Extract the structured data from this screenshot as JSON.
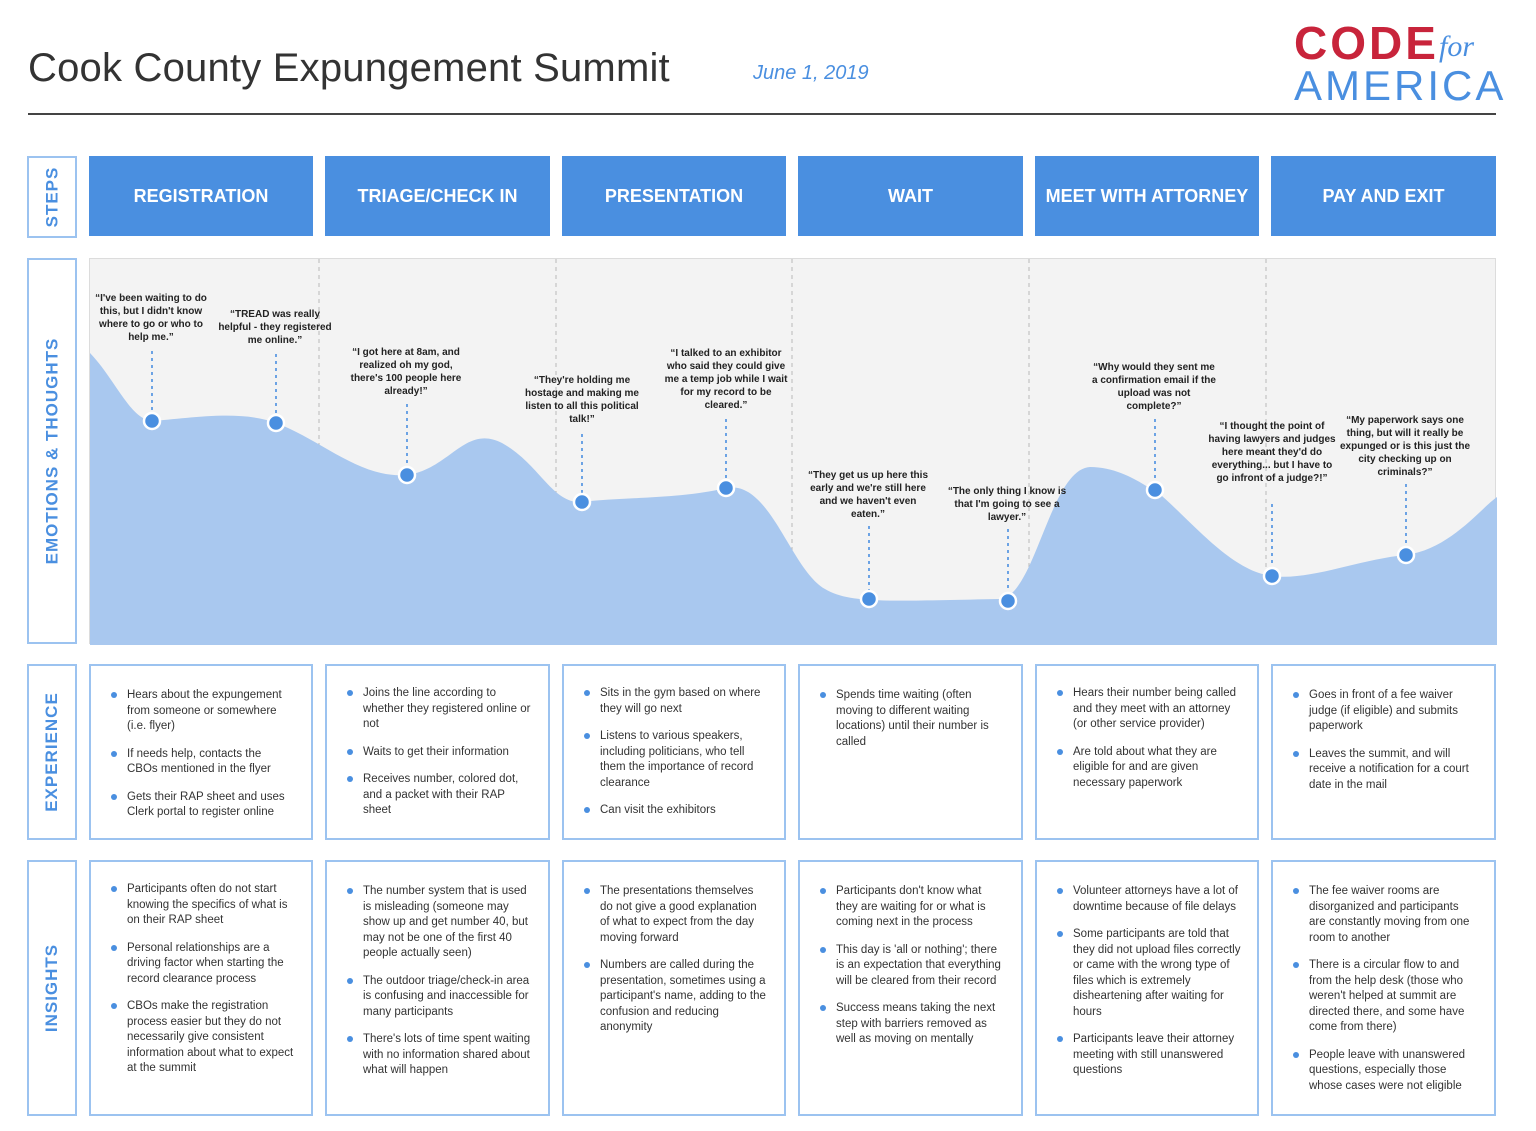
{
  "header": {
    "title": "Cook County Expungement Summit",
    "date": "June 1, 2019",
    "logo": {
      "code": "CODE",
      "for": "for",
      "america": "AMERICA"
    }
  },
  "colors": {
    "accent": "#4a8fe0",
    "brand_red": "#c8243b",
    "area_fill": "#a9c8ef",
    "panel_bg": "#f3f3f3"
  },
  "row_labels": {
    "steps": "STEPS",
    "emotions": "EMOTIONS & THOUGHTS",
    "experience": "EXPERIENCE",
    "insights": "INSIGHTS"
  },
  "steps": [
    "REGISTRATION",
    "TRIAGE/CHECK IN",
    "PRESENTATION",
    "WAIT",
    "MEET WITH ATTORNEY",
    "PAY AND EXIT"
  ],
  "emotions": [
    {
      "quote": "“I've been waiting to do this, but I didn't know where to go or who to help me.”"
    },
    {
      "quote": "“TREAD was really helpful - they registered me online.”"
    },
    {
      "quote": "“I got here at 8am, and realized oh my god, there's 100 people here already!”"
    },
    {
      "quote": "“They're holding me hostage and making me listen to all this political talk!”"
    },
    {
      "quote": "“I talked to an exhibitor who said they could give me a temp job while I wait for my record to be cleared.”"
    },
    {
      "quote": "“They get us up here this early and we're still here and we haven't even eaten.”"
    },
    {
      "quote": "“The only thing I know is that I'm going to see a lawyer.”"
    },
    {
      "quote": "“Why would they sent me a confirmation email if the upload was not complete?”"
    },
    {
      "quote": "“I thought the point of having lawyers and judges here meant they'd do everything... but I have to go infront of a judge?!”"
    },
    {
      "quote": "“My paperwork says one thing, but will it really be expunged or is this just the city checking up on criminals?”"
    }
  ],
  "experience": [
    [
      "Hears about the expungement from someone or somewhere (i.e. flyer)",
      "If needs help, contacts the CBOs mentioned in the flyer",
      "Gets their RAP sheet and uses Clerk portal to register online"
    ],
    [
      "Joins the line according to whether they registered online or not",
      "Waits to get their information",
      "Receives number, colored dot, and a packet with their RAP sheet"
    ],
    [
      "Sits in the gym based on where they will go next",
      "Listens to various speakers, including politicians, who tell them the importance of record clearance",
      "Can visit the exhibitors"
    ],
    [
      "Spends time waiting (often moving to different waiting locations) until their number is called"
    ],
    [
      "Hears their number being called and they meet with an attorney (or other service provider)",
      "Are told about what they are eligible for and are given necessary paperwork"
    ],
    [
      "Goes in front of a fee waiver judge (if eligible) and submits paperwork",
      "Leaves the summit, and will receive a notification for a court date in the mail"
    ]
  ],
  "insights": [
    [
      "Participants often do not start knowing the specifics of what is on their RAP sheet",
      "Personal relationships are a driving factor when starting the record clearance process",
      "CBOs make the registration process easier but they do not necessarily give consistent information about what to expect at the summit"
    ],
    [
      "The number system that is used is misleading (someone may show up and get number 40, but may not be one of the first 40 people actually seen)",
      "The outdoor triage/check-in area is confusing and inaccessible for many participants",
      "There's lots of time spent waiting with no information shared about what will happen"
    ],
    [
      "The presentations themselves do not give a good explanation of what to expect from the day moving forward",
      "Numbers are called during the presentation, sometimes using a participant's name, adding to the confusion and reducing anonymity"
    ],
    [
      "Participants don't know what they are waiting for or what is coming next in the process",
      "This day is 'all or nothing'; there is an expectation that everything will be cleared from their record",
      "Success means taking the next step with barriers removed as well as moving on mentally"
    ],
    [
      "Volunteer attorneys have a lot of downtime because of file delays",
      "Some participants are told that they did not upload files correctly or came with the wrong type of files which is extremely disheartening after waiting for hours",
      "Participants leave their attorney meeting with still unanswered questions"
    ],
    [
      "The fee waiver rooms are disorganized and participants are constantly moving from one room to another",
      "There is a circular flow to and from the help desk (those who weren't helped at summit are directed there, and some have come from there)",
      "People leave with unanswered questions, especially those whose cases were not eligible"
    ]
  ]
}
